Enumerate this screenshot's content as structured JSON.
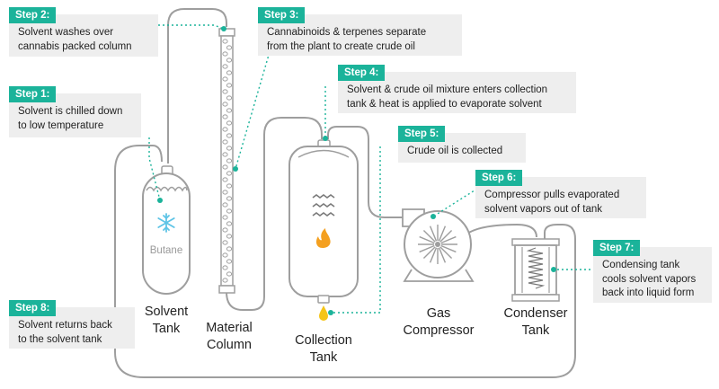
{
  "colors": {
    "accent": "#1bb39a",
    "line": "#9e9e9e",
    "callout_bg": "#eeeeee",
    "flame": "#f4a020",
    "droplet": "#f5c518",
    "snowflake": "#5ec4e6"
  },
  "icons": [
    "snowflake-icon",
    "heat-waves-icon",
    "flame-icon",
    "oil-droplet-icon",
    "compressor-fan-icon",
    "condenser-coil-icon"
  ],
  "steps": [
    {
      "label": "Step 1:",
      "text": "Solvent is chilled down\nto low temperature"
    },
    {
      "label": "Step 2:",
      "text": "Solvent washes over\ncannabis packed column"
    },
    {
      "label": "Step 3:",
      "text": "Cannabinoids & terpenes separate\nfrom the plant to create crude oil"
    },
    {
      "label": "Step 4:",
      "text": "Solvent & crude oil mixture enters collection\ntank & heat is applied to evaporate solvent"
    },
    {
      "label": "Step 5:",
      "text": "Crude oil is collected"
    },
    {
      "label": "Step 6:",
      "text": "Compressor pulls evaporated\nsolvent vapors out of tank"
    },
    {
      "label": "Step 7:",
      "text": "Condensing tank\ncools solvent vapors\nback into liquid form"
    },
    {
      "label": "Step 8:",
      "text": "Solvent returns back\nto the solvent tank"
    }
  ],
  "components": {
    "solvent_tank": "Solvent\nTank",
    "solvent_tank_content": "Butane",
    "material_column": "Material\nColumn",
    "collection_tank": "Collection\nTank",
    "gas_compressor": "Gas\nCompressor",
    "condenser_tank": "Condenser\nTank"
  }
}
